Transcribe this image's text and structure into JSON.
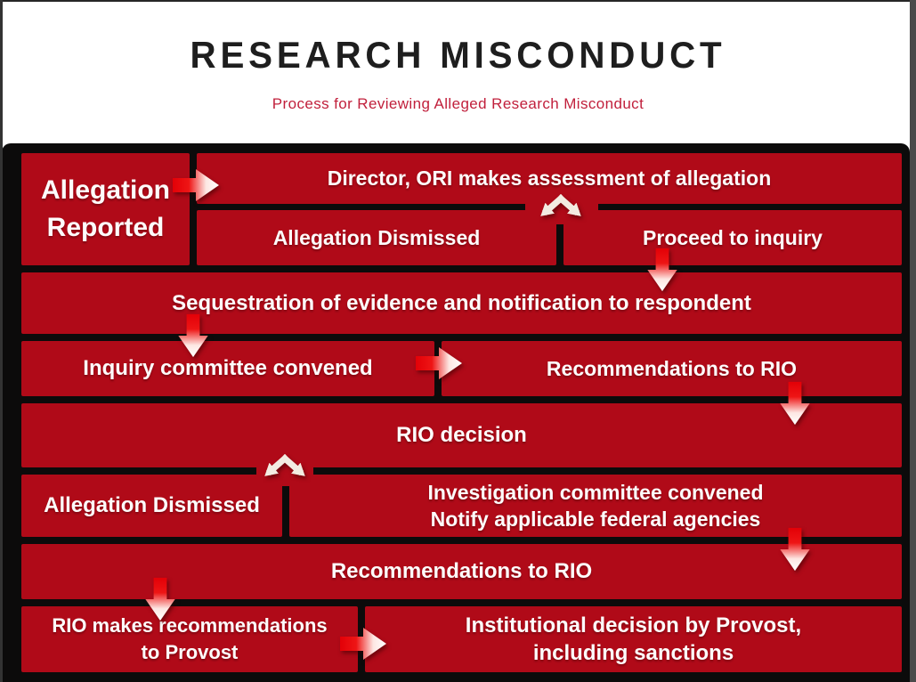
{
  "header": {
    "title": "RESEARCH MISCONDUCT",
    "subtitle": "Process for Reviewing Alleged Research Misconduct"
  },
  "colors": {
    "box_red": "#b00a18",
    "panel_black": "#0c0b0b",
    "arrow_red": "#e30007",
    "arrow_tip_white": "#ffffff",
    "chevron_cream": "#f3ece2",
    "title_black": "#1e1e1e",
    "subtitle_red": "#c1203c",
    "text_white": "#fdfcfb"
  },
  "boxes": {
    "allegation_reported": {
      "line1": "Allegation",
      "line2": "Reported"
    },
    "director_assessment": {
      "label": "Director, ORI makes assessment of allegation"
    },
    "allegation_dismissed_1": {
      "label": "Allegation Dismissed"
    },
    "proceed_to_inquiry": {
      "label": "Proceed to inquiry"
    },
    "sequestration": {
      "label": "Sequestration of evidence and notification to respondent"
    },
    "inquiry_committee": {
      "label": "Inquiry committee convened"
    },
    "recommendations_rio_1": {
      "label": "Recommendations to RIO"
    },
    "rio_decision": {
      "label": "RIO decision"
    },
    "allegation_dismissed_2": {
      "label": "Allegation Dismissed"
    },
    "investigation_committee": {
      "line1": "Investigation committee convened",
      "line2": "Notify applicable federal agencies"
    },
    "recommendations_rio_2": {
      "label": "Recommendations to RIO"
    },
    "rio_recommendations_provost": {
      "line1": "RIO makes recommendations",
      "line2": "to Provost"
    },
    "institutional_decision": {
      "line1": "Institutional decision by Provost,",
      "line2": "including sanctions"
    }
  }
}
